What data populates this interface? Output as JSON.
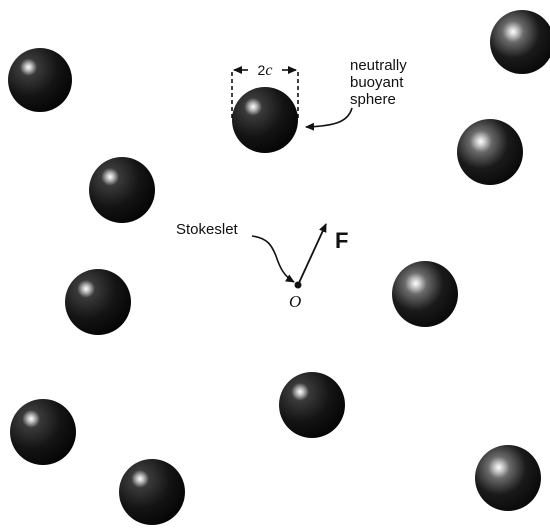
{
  "labels": {
    "dimension_prefix": "2",
    "dimension_var": "c",
    "sphere_line1": "neutrally",
    "sphere_line2": "buoyant",
    "sphere_line3": "sphere",
    "stokeslet": "Stokeslet",
    "force": "F",
    "origin": "O"
  },
  "colors": {
    "sphere_body": "#111111",
    "highlight": "#ffffff",
    "ink": "#111111"
  }
}
